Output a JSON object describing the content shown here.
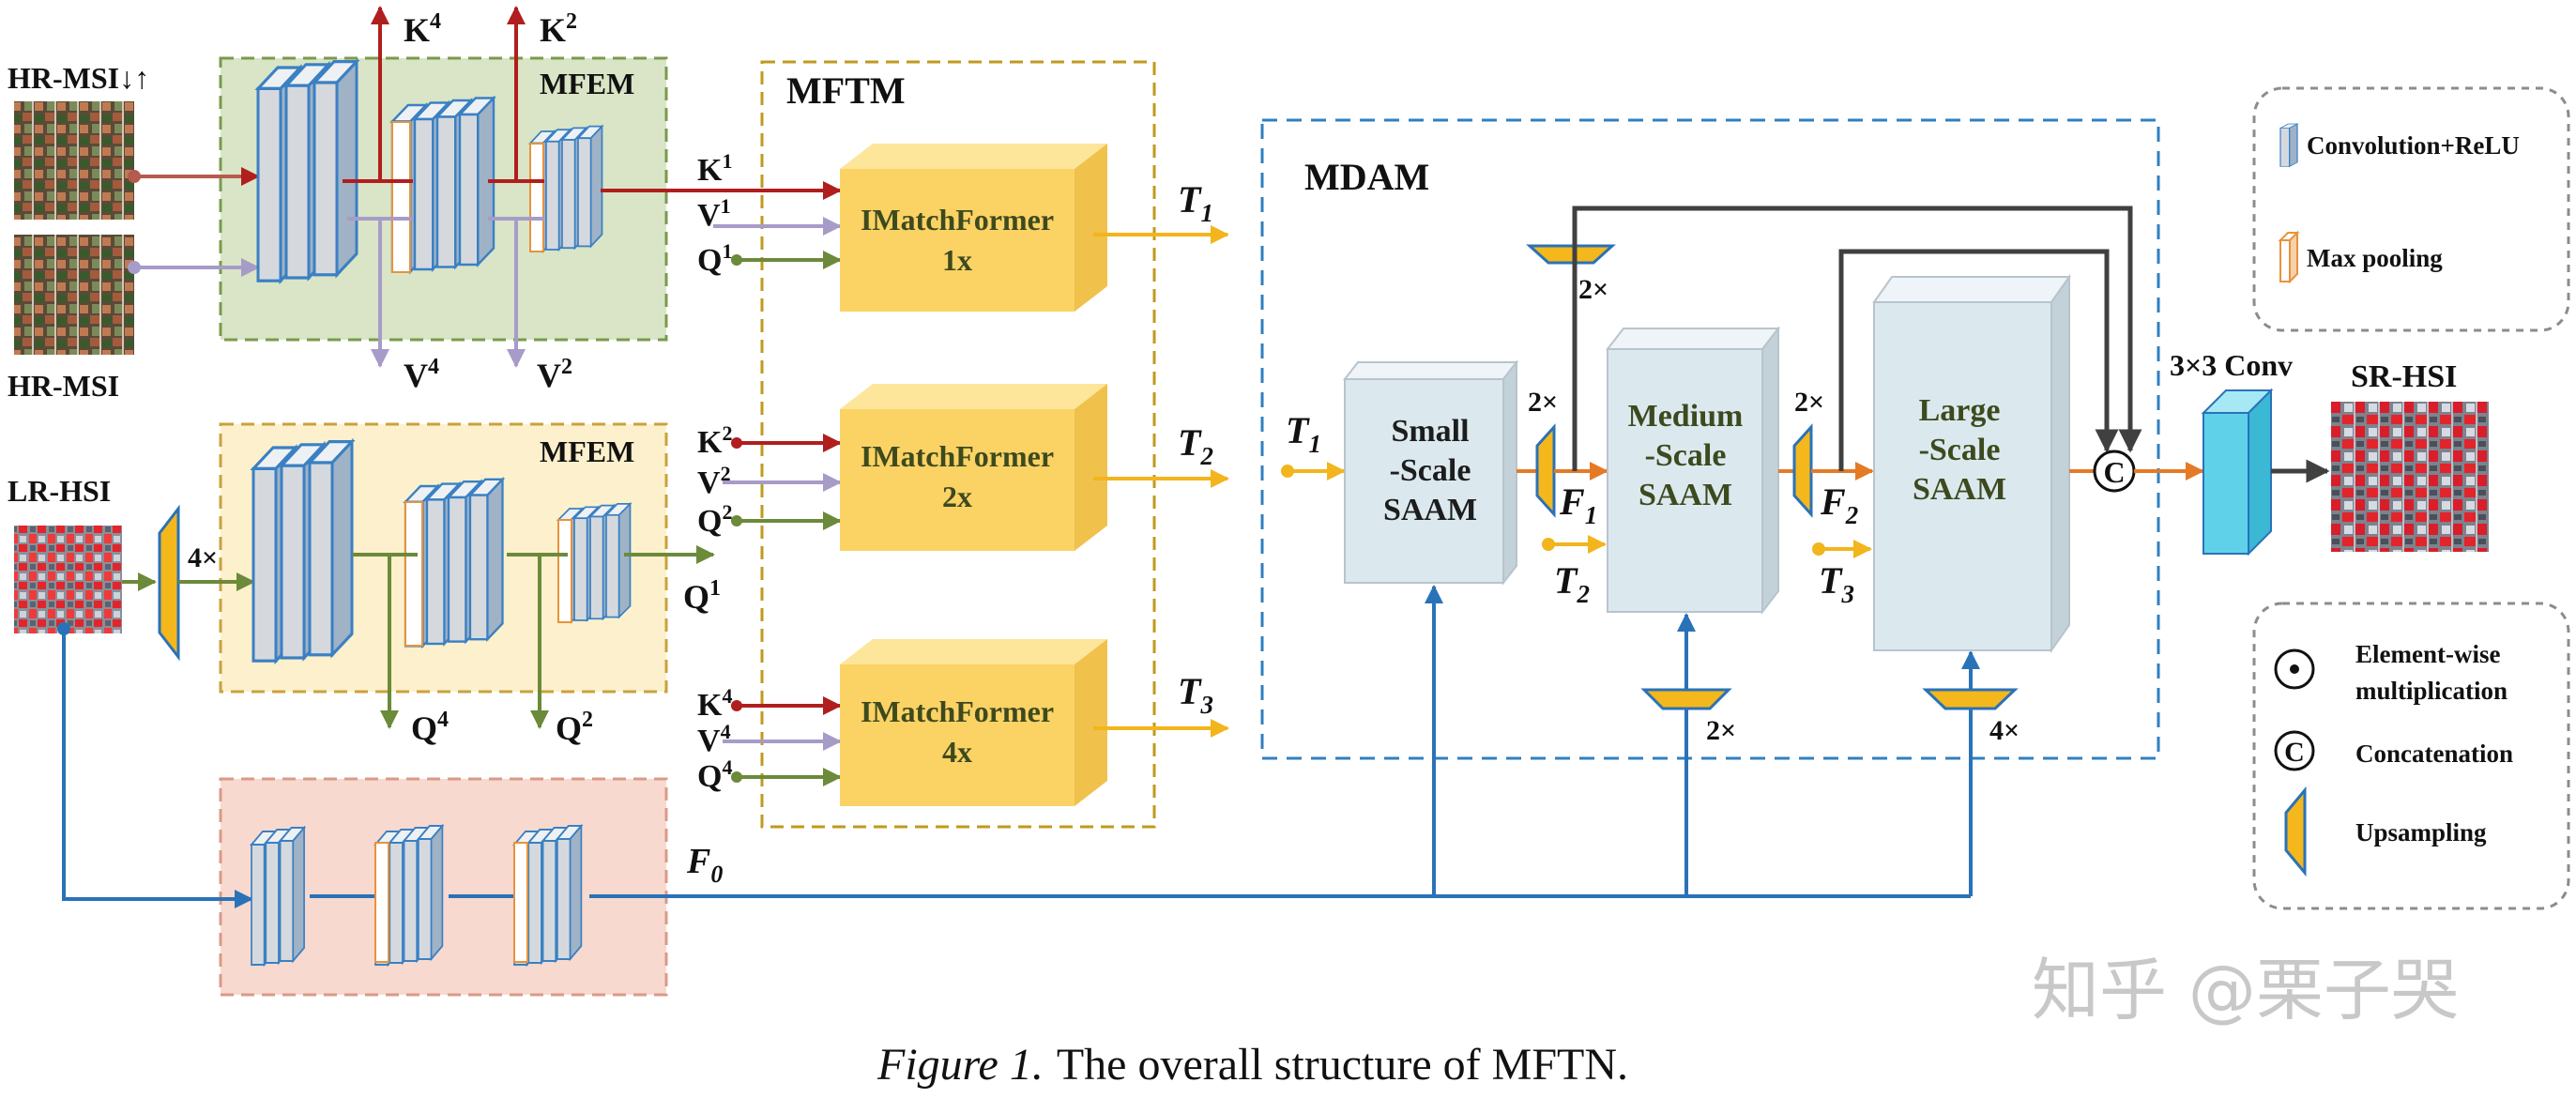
{
  "colors": {
    "mfem_top_fill": "#d9e5c6",
    "mfem_mid_fill": "#fdf0cc",
    "bottom_fill": "#f8d9cf",
    "mfem_border": "#7a9a4c",
    "mftm_border": "#c09a1e",
    "mdam_border": "#2f7fc1",
    "legend_border": "#8c8c8c",
    "imatch_fill": "#fbd264",
    "saam_fill": "#dbe9ef",
    "conv_fill": "#d5d9de",
    "conv_edge": "#3a80c3",
    "maxpool_edge": "#e8923b",
    "conv3_fill": "#5fd2ea",
    "upsample_fill": "#f4b71c",
    "arrow_k": "#b01e1e",
    "arrow_v": "#a79bc8",
    "arrow_q": "#6b8a3a",
    "arrow_t": "#f2b51c",
    "arrow_f": "#e57a26",
    "arrow_blue": "#2a72b8",
    "arrow_dark": "#404040"
  },
  "inputs": {
    "hr_msi_du": "HR-MSI↓↑",
    "hr_msi": "HR-MSI",
    "lr_hsi": "LR-HSI",
    "output": "SR-HSI"
  },
  "modules": {
    "mfem_top": "MFEM",
    "mfem_mid": "MFEM",
    "mftm": "MFTM",
    "mdam": "MDAM"
  },
  "feature_labels": {
    "k4_top": {
      "base": "K",
      "sup": "4"
    },
    "k2_top": {
      "base": "K",
      "sup": "2"
    },
    "v4": {
      "base": "V",
      "sup": "4"
    },
    "v2": {
      "base": "V",
      "sup": "2"
    },
    "q4": {
      "base": "Q",
      "sup": "4"
    },
    "q2": {
      "base": "Q",
      "sup": "2"
    },
    "k1_in": {
      "base": "K",
      "sup": "1"
    },
    "v1_in": {
      "base": "V",
      "sup": "1"
    },
    "q1_in": {
      "base": "Q",
      "sup": "1"
    },
    "k2_in": {
      "base": "K",
      "sup": "2"
    },
    "v2_in": {
      "base": "V",
      "sup": "2"
    },
    "q2_in": {
      "base": "Q",
      "sup": "2"
    },
    "k4_in": {
      "base": "K",
      "sup": "4"
    },
    "v4_in": {
      "base": "V",
      "sup": "4"
    },
    "q4_in": {
      "base": "Q",
      "sup": "4"
    },
    "q1_out": {
      "base": "Q",
      "sup": "1"
    },
    "f0": {
      "base": "F",
      "sub": "0"
    },
    "f1": {
      "base": "F",
      "sub": "1"
    },
    "f2": {
      "base": "F",
      "sub": "2"
    },
    "t1": {
      "base": "T",
      "sub": "1"
    },
    "t2": {
      "base": "T",
      "sub": "2"
    },
    "t3": {
      "base": "T",
      "sub": "3"
    },
    "t1_in": {
      "base": "T",
      "sub": "1"
    },
    "t2_in": {
      "base": "T",
      "sub": "2"
    },
    "t3_in": {
      "base": "T",
      "sub": "3"
    }
  },
  "imatchformers": [
    {
      "name": "IMatchFormer",
      "scale": "1x"
    },
    {
      "name": "IMatchFormer",
      "scale": "2x"
    },
    {
      "name": "IMatchFormer",
      "scale": "4x"
    }
  ],
  "saam": [
    {
      "line1": "Small",
      "line2": "-Scale",
      "line3": "SAAM"
    },
    {
      "line1": "Medium",
      "line2": "-Scale",
      "line3": "SAAM"
    },
    {
      "line1": "Large",
      "line2": "-Scale",
      "line3": "SAAM"
    }
  ],
  "scale_factors": {
    "upsample_lr": "4×",
    "pool_top": "2×",
    "up_f1": "2×",
    "up_f2": "2×",
    "down_medium": "2×",
    "down_large": "4×"
  },
  "conv3": "3×3 Conv",
  "concat_symbol": "C",
  "legend_top": [
    {
      "icon": "conv-icon",
      "label": "Convolution+ReLU"
    },
    {
      "icon": "maxpool-icon",
      "label": "Max pooling"
    }
  ],
  "legend_bottom": [
    {
      "icon": "multiply-icon",
      "label": "Element-wise multiplication"
    },
    {
      "icon": "concat-icon",
      "label": "Concatenation"
    },
    {
      "icon": "upsampling-icon",
      "label": "Upsampling"
    }
  ],
  "legend_bottom_lines": {
    "multiply_1": "Element-wise",
    "multiply_2": "multiplication"
  },
  "legend_symbols": {
    "multiply": "⊙",
    "concat": "C"
  },
  "caption": {
    "prefix": "Figure 1.",
    "text": "The overall structure of MFTN."
  },
  "watermark": "知乎 @栗子哭"
}
